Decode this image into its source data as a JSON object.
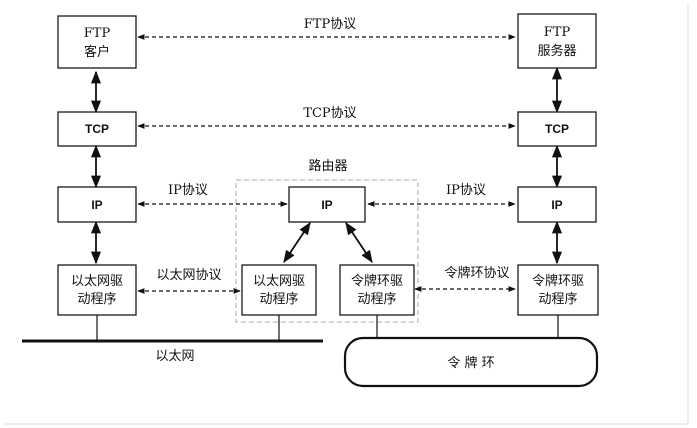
{
  "nodes": {
    "ftp_client": [
      "FTP",
      "客户"
    ],
    "ftp_server": [
      "FTP",
      "服务器"
    ],
    "tcp_left": "TCP",
    "tcp_right": "TCP",
    "ip_left": "IP",
    "ip_router": "IP",
    "ip_right": "IP",
    "eth_driver_left": [
      "以太网驱",
      "动程序"
    ],
    "eth_driver_router": [
      "以太网驱",
      "动程序"
    ],
    "token_driver_router": [
      "令牌环驱",
      "动程序"
    ],
    "token_driver_right": [
      "令牌环驱",
      "动程序"
    ]
  },
  "protocols": {
    "ftp": "FTP协议",
    "tcp": "TCP协议",
    "ip_left": "IP协议",
    "ip_right": "IP协议",
    "ethernet": "以太网协议",
    "token_ring": "令牌环协议"
  },
  "router_label": "路由器",
  "ethernet_label": "以太网",
  "token_ring_label": "令 牌 环"
}
